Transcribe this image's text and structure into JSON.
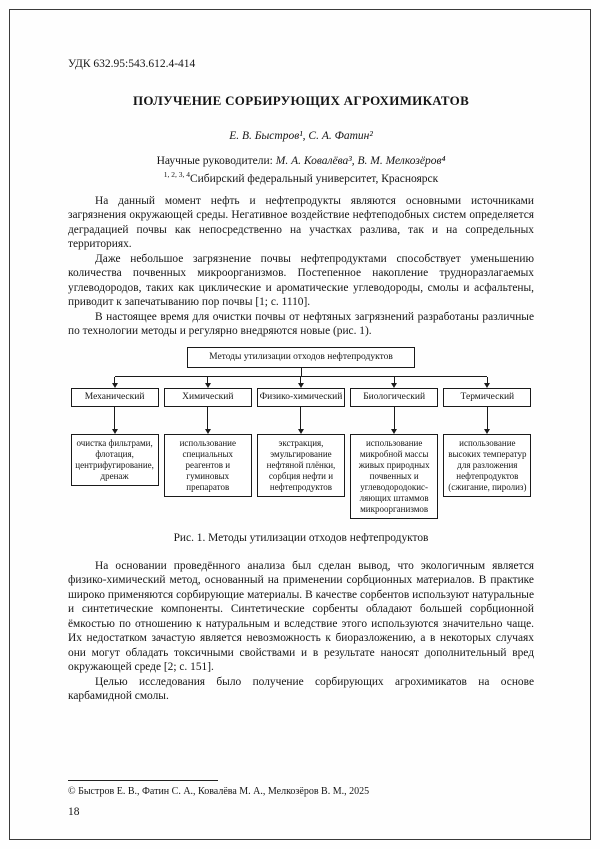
{
  "header": {
    "udc": "УДК 632.95:543.612.4-414",
    "title": "ПОЛУЧЕНИЕ СОРБИРУЮЩИХ АГРОХИМИКАТОВ",
    "authors": "Е. В. Быстров¹, С. А. Фатин²",
    "supervisors_label": "Научные руководители: ",
    "supervisors_names": "М. А. Ковалёва³, В. М. Мелкозёров⁴",
    "affiliation_sup": "1, 2, 3, 4",
    "affiliation": "Сибирский федеральный университет, Красноярск"
  },
  "paragraphs": {
    "p1": "На данный момент нефть и нефтепродукты являются основными источниками загрязнения окружающей среды. Негативное воздействие нефтеподобных систем определяется деградацией почвы как непосредственно на участках разлива, так и на сопредельных территориях.",
    "p2": "Даже небольшое загрязнение почвы нефтепродуктами способствует уменьшению количества почвенных микроорганизмов. Постепенное накопление трудноразлагаемых углеводородов, таких как циклические и ароматические углеводороды, смолы и асфальтены, приводит к запечатыванию пор почвы [1; с. 1110].",
    "p3": "В настоящее время для очистки почвы от нефтяных загрязнений разработаны различные по технологии методы и регулярно внедряются новые (рис. 1).",
    "p4": "На основании проведённого анализа был сделан вывод, что экологичным является физико-химический метод, основанный на применении сорбционных материалов. В практике широко применяются сорбирующие материалы. В качестве сорбентов используют натуральные и синтетические компоненты. Синтетические сорбенты обладают большей сорбционной ёмкостью по отношению к натуральным и вследствие этого используются значительно чаще. Их недостатком зачастую является невозможность к биоразложению, а в некоторых случаях они могут обладать токсичными свойствами и в результате наносят дополнительный вред окружающей среде [2; с. 151].",
    "p5": "Целью исследования было получение сорбирующих агрохимикатов на основе карбамидной смолы."
  },
  "diagram": {
    "root": "Методы утилизации отходов нефтепродуктов",
    "columns": [
      {
        "method": "Механический",
        "description": "очистка фильтрами, флотация, центрифугирование, дренаж"
      },
      {
        "method": "Химический",
        "description": "использование специальных реагентов и гуминовых препаратов"
      },
      {
        "method": "Физико-химический",
        "description": "экстракция, эмульгирование нефтяной плёнки, сорбция нефти и нефтепродуктов"
      },
      {
        "method": "Биологический",
        "description": "использование микробной массы живых природных почвенных и углеводородокис­ляющих штаммов микроорганизмов"
      },
      {
        "method": "Термический",
        "description": "использование высоких температур для разложения нефтепродуктов (сжигание, пиролиз)"
      }
    ]
  },
  "figure_caption": "Рис. 1. Методы утилизации отходов нефтепродуктов",
  "footer": {
    "copyright": "© Быстров Е. В., Фатин С. А., Ковалёва М. А., Мелкозёров В. М., 2025",
    "page_number": "18"
  }
}
